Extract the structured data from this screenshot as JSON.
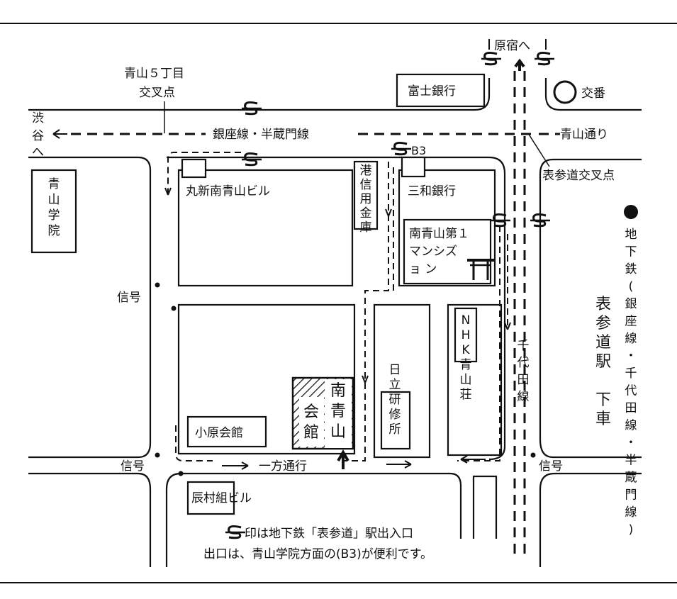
{
  "map": {
    "labels": {
      "harajuku": "原宿へ",
      "aoyama_5_intersection_1": "青山５丁目",
      "aoyama_5_intersection_2": "交叉点",
      "fuji_bank": "富士銀行",
      "police_box": "交番",
      "shibuya_1": "渋",
      "shibuya_2": "谷",
      "shibuya_3": "へ",
      "ginza_hanzomon_line": "銀座線・半蔵門線",
      "aoyama_dori": "青山通り",
      "b3": "B3",
      "omotesando_intersection": "表参道交叉点",
      "aoyama_gakuin": [
        "青",
        "山",
        "学",
        "院"
      ],
      "marushin_bldg": "丸新南青山ビル",
      "minato_shinyo_kinko": [
        "港",
        "信",
        "用",
        "金",
        "庫"
      ],
      "sanwa_bank": "三和銀行",
      "minami_aoyama_mansion_1": "南青山第１",
      "minami_aoyama_mansion_2": "マンシズ",
      "minami_aoyama_mansion_3": "ョ ン",
      "signal_1": "信号",
      "signal_2": "信号",
      "signal_3": "信号",
      "nhk_aoyama_so": [
        "N",
        "H",
        "K",
        "青",
        "山",
        "荘"
      ],
      "hitachi_kenshujo": [
        "日",
        "立",
        "研",
        "修",
        "所"
      ],
      "chiyoda_line": [
        "千",
        "代",
        "田",
        "線"
      ],
      "minami_aoyama_kaikan_col1": [
        "南",
        "青",
        "山"
      ],
      "minami_aoyama_kaikan_col2": [
        "会",
        "館"
      ],
      "ohara_kaikan": "小原会館",
      "one_way": "一方通行",
      "tatsumura_bldg": "辰村組ビル",
      "station_col1": [
        "表",
        "参",
        "道",
        "駅",
        "　",
        "下",
        "車"
      ],
      "station_col2": [
        "地",
        "下",
        "鉄",
        "(",
        "銀",
        "座",
        "線",
        "・",
        "千",
        "代",
        "田",
        "線",
        "・",
        "半",
        "蔵",
        "門",
        "線",
        ")"
      ],
      "legend_line1": "印は地下鉄「表参道」駅出入口",
      "legend_line2": "出口は、青山学院方面の(B3)が便利です。"
    }
  }
}
